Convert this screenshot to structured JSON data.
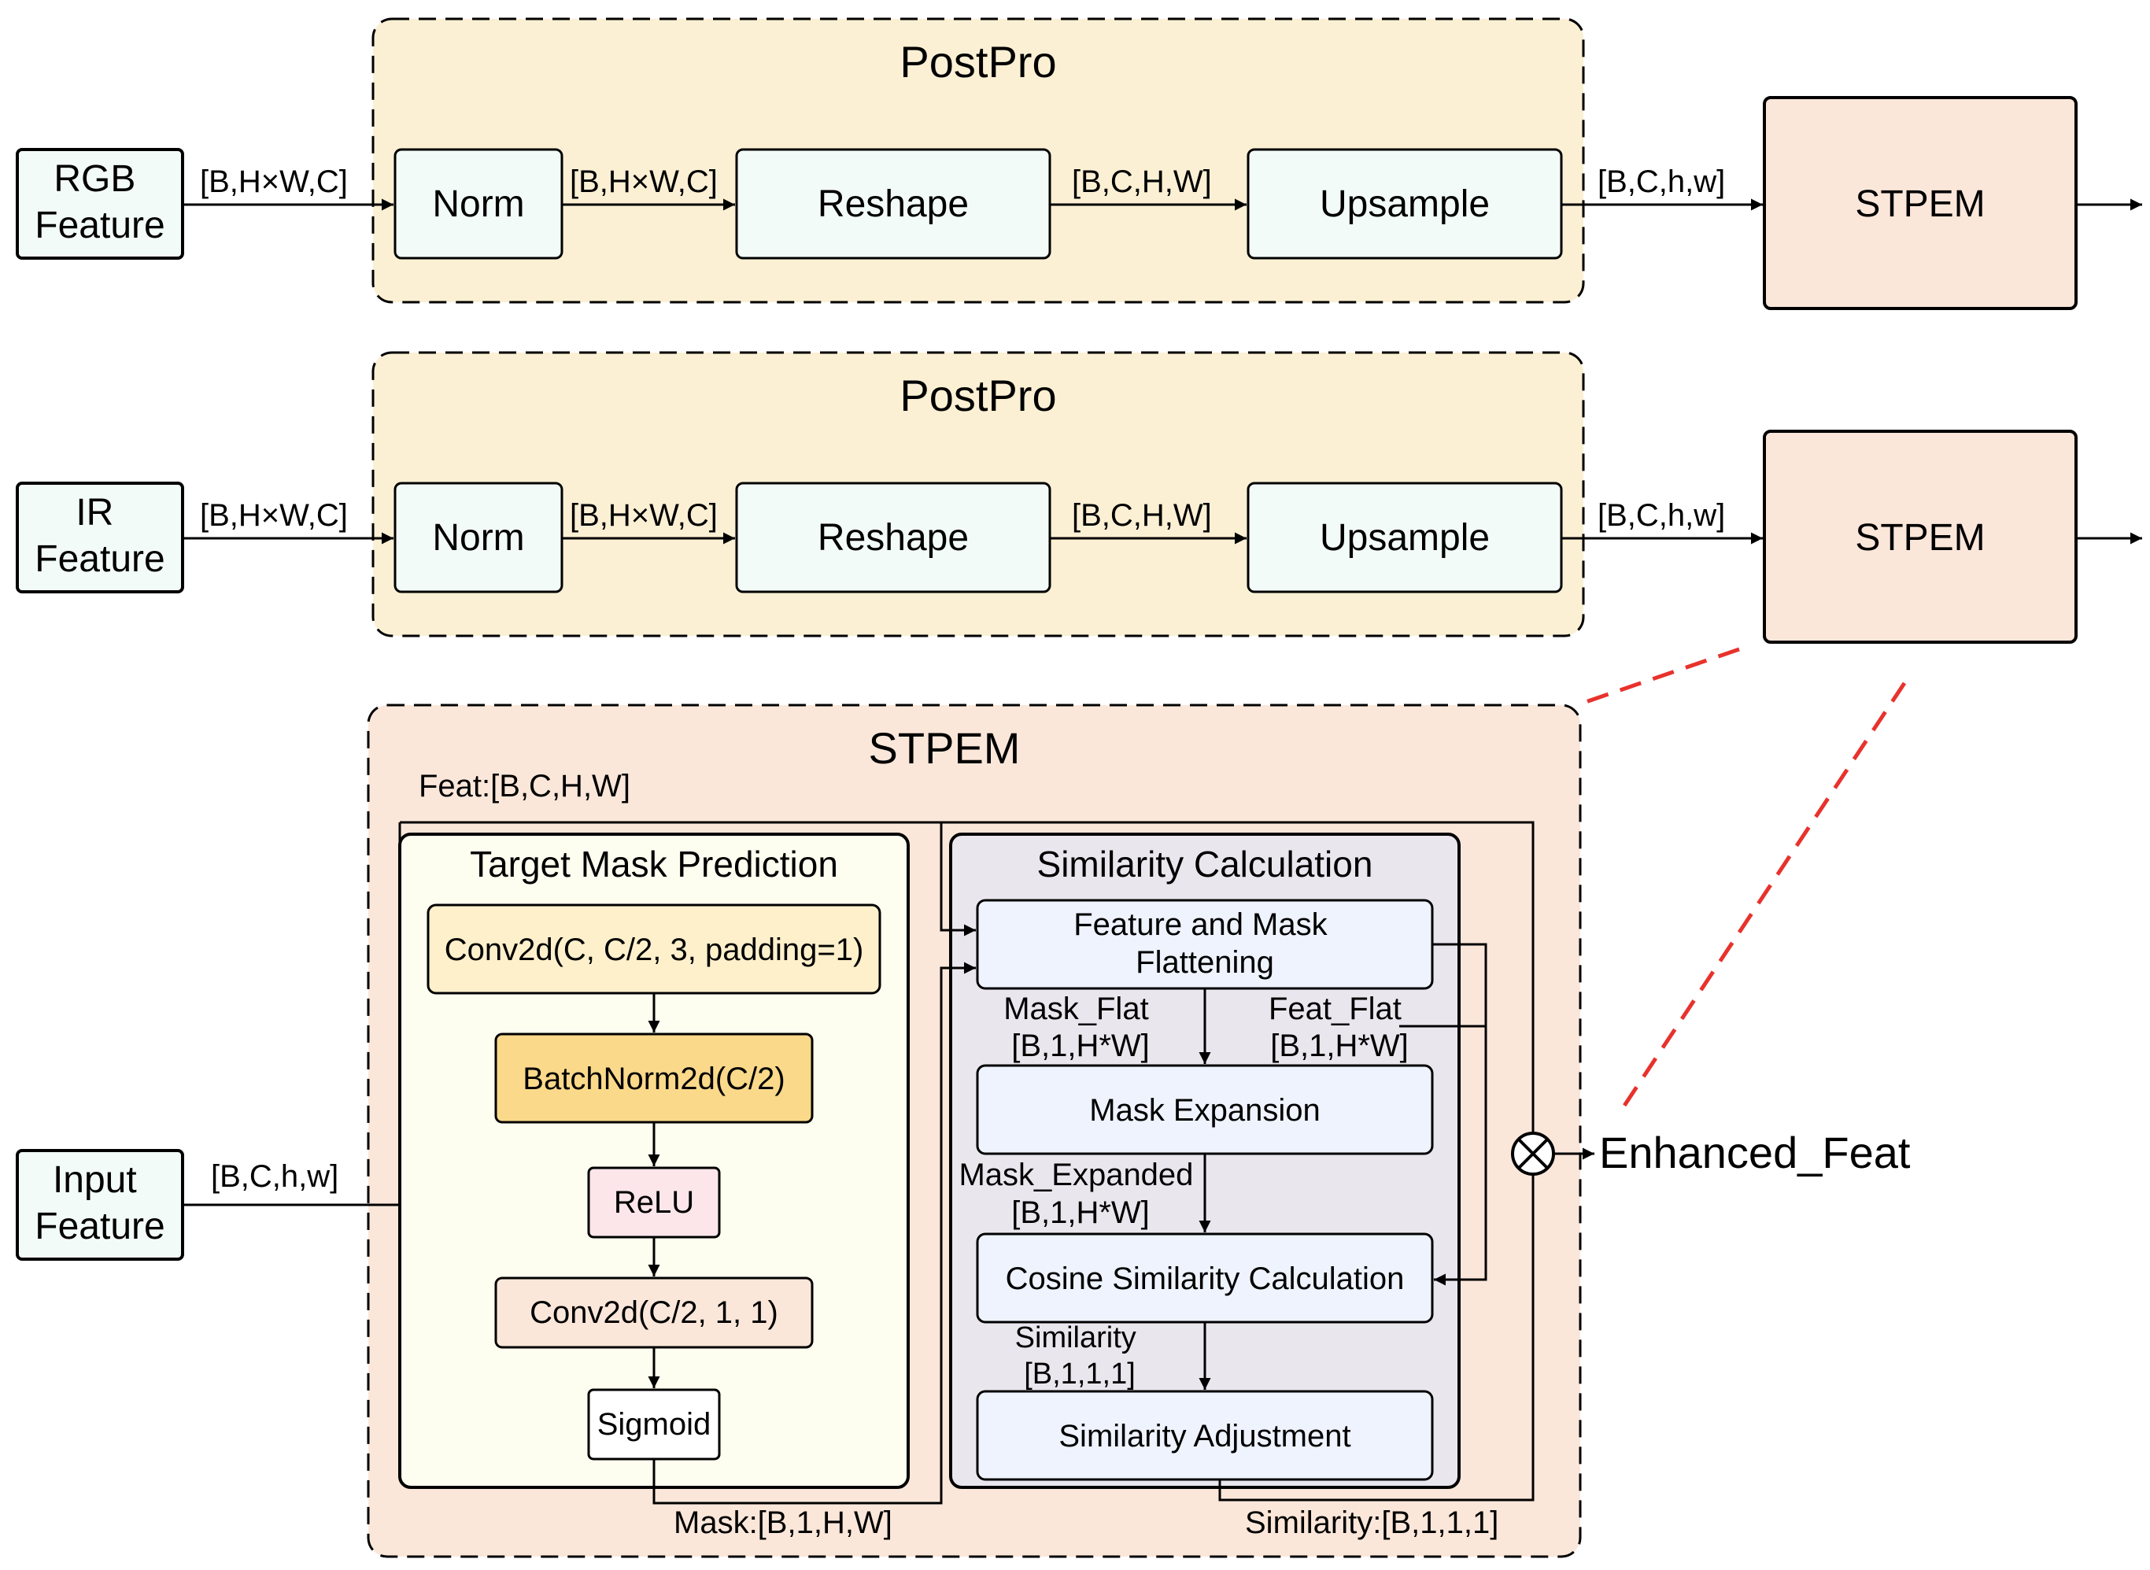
{
  "top_row": {
    "input_label": [
      "RGB",
      "Feature"
    ],
    "edge_in": "[B,H×W,C]",
    "group_title": "PostPro",
    "norm": "Norm",
    "edge_norm": "[B,H×W,C]",
    "reshape": "Reshape",
    "edge_reshape": "[B,C,H,W]",
    "upsample": "Upsample",
    "edge_out": "[B,C,h,w]",
    "module": "STPEM"
  },
  "mid_row": {
    "input_label": [
      "IR",
      "Feature"
    ],
    "edge_in": "[B,H×W,C]",
    "group_title": "PostPro",
    "norm": "Norm",
    "edge_norm": "[B,H×W,C]",
    "reshape": "Reshape",
    "edge_reshape": "[B,C,H,W]",
    "upsample": "Upsample",
    "edge_out": "[B,C,h,w]",
    "module": "STPEM"
  },
  "stpem": {
    "title": "STPEM",
    "feat_label": "Feat:[B,C,H,W]",
    "input_label": [
      "Input",
      "Feature"
    ],
    "edge_in": "[B,C,h,w]",
    "output": "Enhanced_Feat",
    "mask_label": "Mask:[B,1,H,W]",
    "similarity_label": "Similarity:[B,1,1,1]",
    "tmp": {
      "title": "Target Mask Prediction",
      "conv1": "Conv2d(C, C/2, 3, padding=1)",
      "bn": "BatchNorm2d(C/2)",
      "relu": "ReLU",
      "conv2": "Conv2d(C/2, 1, 1)",
      "sigmoid": "Sigmoid"
    },
    "sim": {
      "title": "Similarity Calculation",
      "flatten": [
        "Feature and Mask",
        "Flattening"
      ],
      "mask_flat": [
        "Mask_Flat",
        "[B,1,H*W]"
      ],
      "feat_flat": [
        "Feat_Flat",
        "[B,1,H*W]"
      ],
      "expansion": "Mask Expansion",
      "mask_expanded": [
        "Mask_Expanded",
        "[B,1,H*W]"
      ],
      "cosine": "Cosine Similarity Calculation",
      "similarity": [
        "Similarity",
        "[B,1,1,1]"
      ],
      "adjust": "Similarity Adjustment"
    }
  },
  "colors": {
    "postpro_fill": "#FCF0D4",
    "stpem_fill": "#FBE7DA",
    "node_fill": "#F3FBF9",
    "tmp_fill": "#FEFEF0",
    "sim_fill": "#EAE6EE",
    "sim_node_fill": "#EEF3FE",
    "conv1_fill": "#FEF0CB",
    "bn_fill": "#FAD98A",
    "relu_fill": "#FDE6EA",
    "conv2_fill": "#FBE7DA",
    "red_dash": "#E8322C"
  }
}
